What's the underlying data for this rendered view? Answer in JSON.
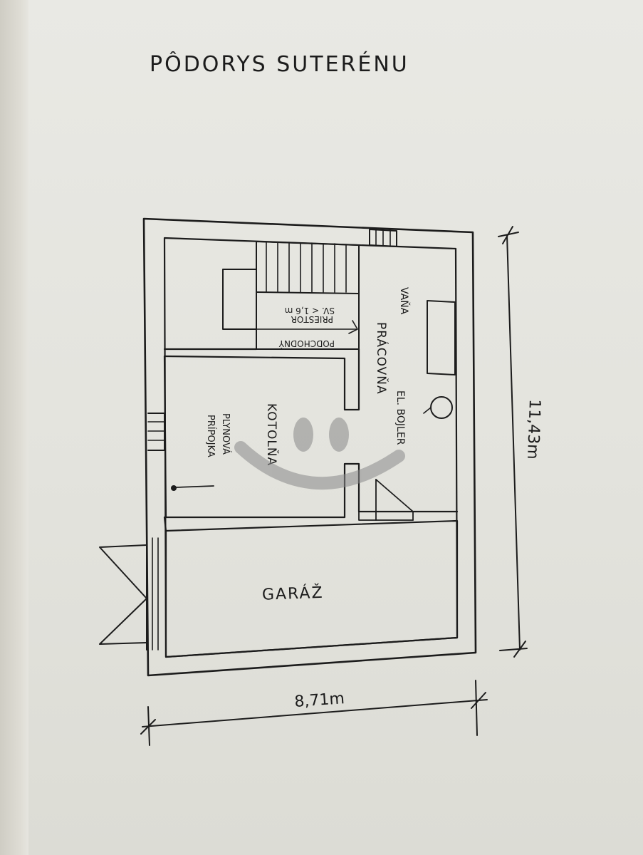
{
  "title": "PÔDORYS  SUTERÉNU",
  "rooms": {
    "vanka": "VAŇA",
    "pracovna": "PRÁCOVŇA",
    "kotolna": "KOTOLŇA",
    "plynova": "PLYNOVÁ",
    "pripojka": "PRÍPOJKA",
    "boiler": "EL. BOJLER",
    "garaz": "GARÁŽ",
    "priestor_1": "PRIESTOR",
    "priestor_2": "SV. < 1,6 m",
    "podchodny": "PODCHODNÝ"
  },
  "dimensions": {
    "width": "8,71m",
    "height": "11,43m"
  },
  "colors": {
    "ink": "#1c1c1c",
    "paper": "#e6e6e0",
    "watermark": "#8a8a8a"
  }
}
